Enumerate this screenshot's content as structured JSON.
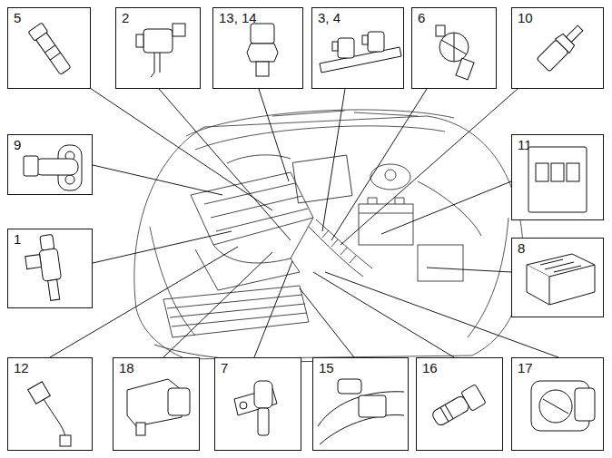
{
  "diagram": {
    "nodes": [
      {
        "text": [
          "5"
        ]
      },
      {
        "text": [
          "2"
        ]
      },
      {
        "text": [
          "13, 14"
        ]
      },
      {
        "text": [
          "3, 4"
        ]
      },
      {
        "text": [
          "6"
        ]
      },
      {
        "text": [
          "10"
        ]
      },
      {
        "text": [
          "9"
        ]
      },
      {
        "text": [
          "11"
        ]
      },
      {
        "text": [
          "1"
        ]
      },
      {
        "text": [
          "8"
        ]
      },
      {
        "text": [
          "12"
        ]
      },
      {
        "text": [
          "18"
        ]
      },
      {
        "text": [
          "7"
        ]
      },
      {
        "text": [
          "15"
        ]
      },
      {
        "text": [
          "16"
        ]
      },
      {
        "text": [
          "17"
        ]
      }
    ]
  }
}
